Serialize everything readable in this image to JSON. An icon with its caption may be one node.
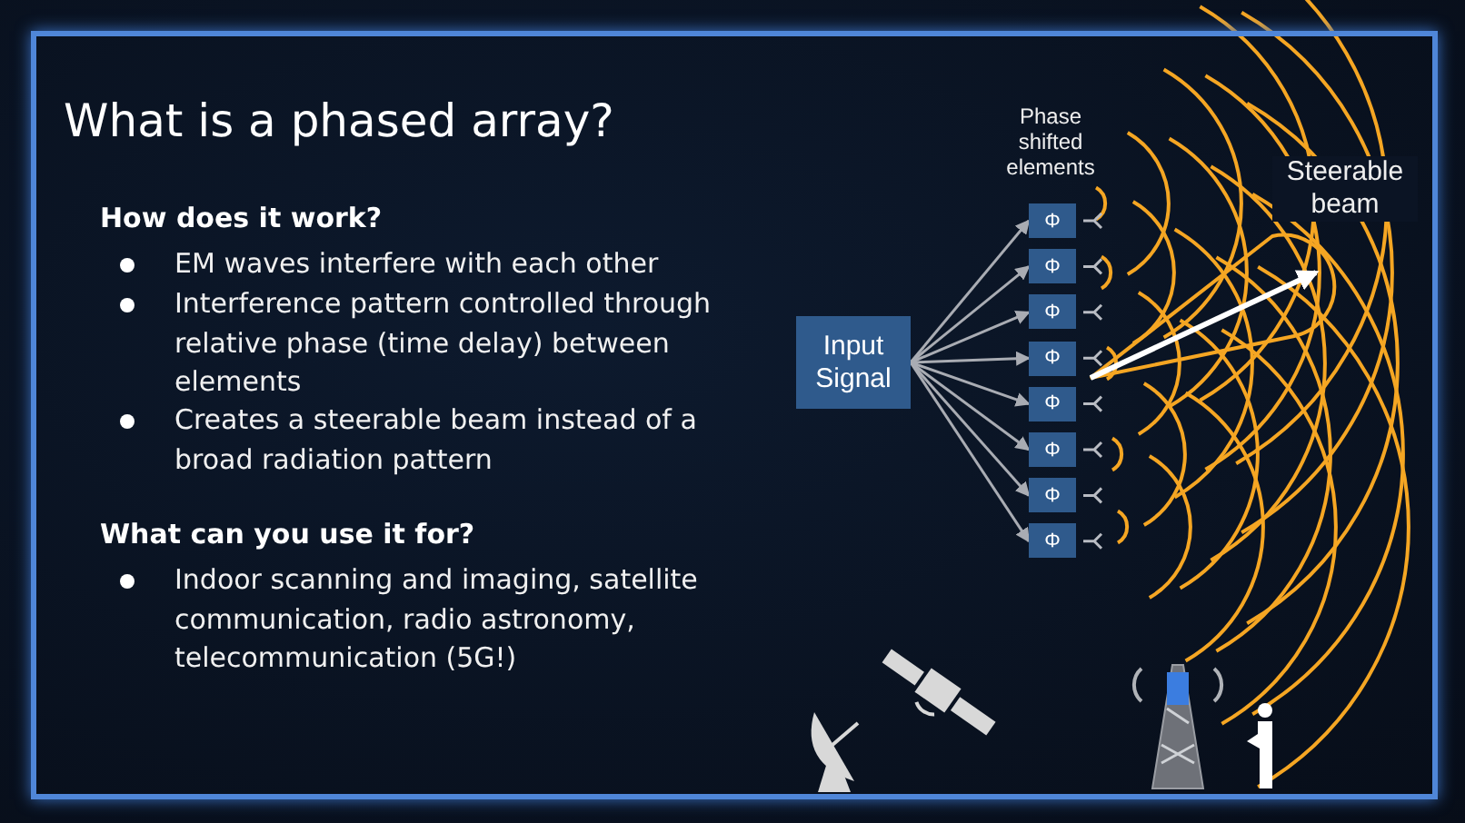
{
  "diagram": {
    "title": "What is a phased array?",
    "nodes": [
      {
        "text": [
          "Input Signal"
        ]
      },
      {
        "text": [
          "Φ"
        ]
      },
      {
        "text": [
          "Φ"
        ]
      },
      {
        "text": [
          "Φ"
        ]
      },
      {
        "text": [
          "Φ"
        ]
      },
      {
        "text": [
          "Φ"
        ]
      },
      {
        "text": [
          "Φ"
        ]
      },
      {
        "text": [
          "Φ"
        ]
      },
      {
        "text": [
          "Φ"
        ]
      }
    ],
    "edges": [
      {
        "from": 0,
        "to": 1,
        "arrow": "to"
      },
      {
        "from": 0,
        "to": 2,
        "arrow": "to"
      },
      {
        "from": 0,
        "to": 3,
        "arrow": "to"
      },
      {
        "from": 0,
        "to": 4,
        "arrow": "to"
      },
      {
        "from": 0,
        "to": 5,
        "arrow": "to"
      },
      {
        "from": 0,
        "to": 6,
        "arrow": "to"
      },
      {
        "from": 0,
        "to": 7,
        "arrow": "to"
      },
      {
        "from": 0,
        "to": 8,
        "arrow": "to"
      }
    ],
    "labels": [
      "How does it work?",
      "EM waves interfere with each other",
      "Interference pattern controlled through relative phase (time delay) between elements",
      "Creates a steerable beam instead of a broad radiation pattern",
      "What can you use it for?",
      "Indoor scanning and imaging, satellite communication, radio astronomy, telecommunication (5G!)",
      "Phase shifted elements",
      "Steerable beam"
    ]
  }
}
